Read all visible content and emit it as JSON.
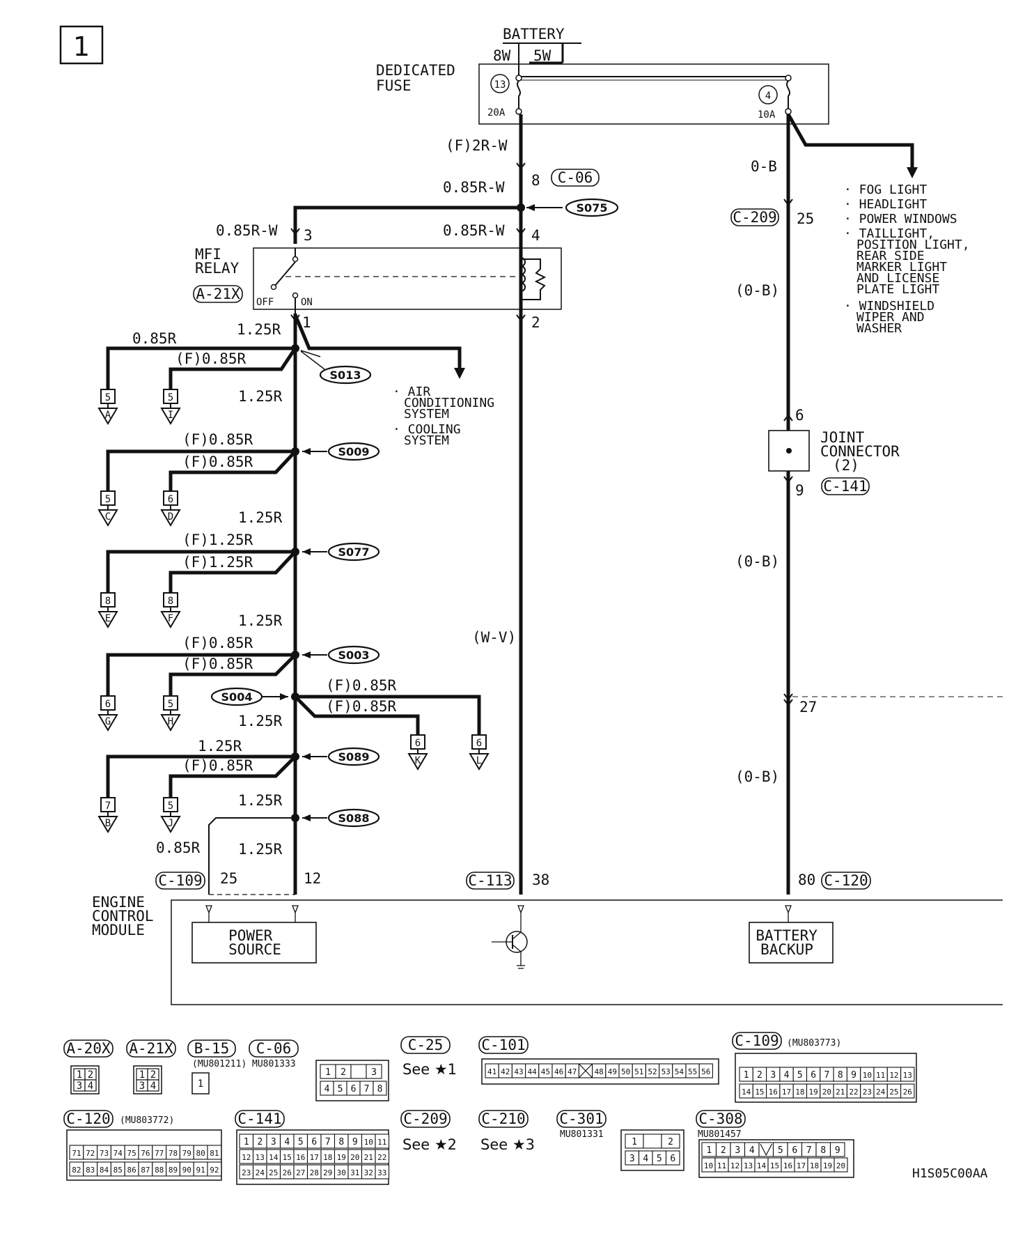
{
  "page_number": "1",
  "battery_label": "BATTERY",
  "battery_wires": [
    "8W",
    "5W"
  ],
  "dedicated_fuse_label": "DEDICATED\nFUSE",
  "fuse13": {
    "num": "13",
    "amps": "20A"
  },
  "fuse4": {
    "num": "4",
    "amps": "10A"
  },
  "wire_labels": {
    "f2rw": "(F)2R-W",
    "r085w_c06": "0.85R-W",
    "r085w_3": "0.85R-W",
    "r085w_4": "0.85R-W",
    "ob_top": "0-B",
    "ob1": "(0-B)",
    "ob2": "(0-B)",
    "ob3": "(0-B)",
    "wv": "(W-V)",
    "r125_1": "1.25R",
    "r085_top": "0.85R",
    "f085_s013": "(F)0.85R",
    "r125_2": "1.25R",
    "f085_s009a": "(F)0.85R",
    "f085_s009b": "(F)0.85R",
    "r125_3": "1.25R",
    "f125_s077a": "(F)1.25R",
    "f125_s077b": "(F)1.25R",
    "r125_4": "1.25R",
    "f085_s003a": "(F)0.85R",
    "f085_s003b": "(F)0.85R",
    "f085_s004a": "(F)0.85R",
    "f085_s004b": "(F)0.85R",
    "r125_5": "1.25R",
    "r125_s089": "1.25R",
    "f085_s089": "(F)0.85R",
    "r125_6": "1.25R",
    "r085_bottom": "0.85R",
    "r125_bottom": "1.25R"
  },
  "pins": {
    "p8": "8",
    "p3": "3",
    "p4": "4",
    "p1": "1",
    "p2": "2",
    "p25": "25",
    "p6": "6",
    "p9": "9",
    "p27": "27",
    "p25b": "25",
    "p12": "12",
    "p38": "38",
    "p80": "80"
  },
  "connectors": {
    "c06": "C-06",
    "c209": "C-209",
    "c141": "C-141",
    "a21x": "A-21X",
    "c109": "C-109",
    "c113": "C-113",
    "c120": "C-120"
  },
  "splices": [
    "S075",
    "S013",
    "S009",
    "S077",
    "S003",
    "S004",
    "S089",
    "S088"
  ],
  "mfi_relay": {
    "label": "MFI\nRELAY",
    "off": "OFF",
    "on": "ON"
  },
  "joint_connector": "JOINT\nCONNECTOR\n(2)",
  "fuse4_loads": [
    "FOG LIGHT",
    "HEADLIGHT",
    "POWER WINDOWS",
    "TAILLIGHT,\nPOSITION LIGHT,\nREAR SIDE\nMARKER LIGHT\nAND LICENSE\nPLATE LIGHT",
    "WINDSHIELD\nWIPER AND\nWASHER"
  ],
  "relay_loads": [
    "AIR\nCONDITIONING\nSYSTEM",
    "COOLING\nSYSTEM"
  ],
  "branch_terminals": [
    {
      "pin": "5",
      "letter": "A"
    },
    {
      "pin": "5",
      "letter": "I"
    },
    {
      "pin": "5",
      "letter": "C"
    },
    {
      "pin": "6",
      "letter": "D"
    },
    {
      "pin": "8",
      "letter": "E"
    },
    {
      "pin": "8",
      "letter": "F"
    },
    {
      "pin": "6",
      "letter": "G"
    },
    {
      "pin": "5",
      "letter": "H"
    },
    {
      "pin": "6",
      "letter": "K"
    },
    {
      "pin": "6",
      "letter": "L"
    },
    {
      "pin": "7",
      "letter": "B"
    },
    {
      "pin": "5",
      "letter": "J"
    }
  ],
  "ecm": {
    "label": "ENGINE\nCONTROL\nMODULE",
    "power_source": "POWER\nSOURCE",
    "battery_backup": "BATTERY\nBACKUP"
  },
  "legend": {
    "a20x": "A-20X",
    "a21x": "A-21X",
    "b15": "B-15",
    "c06": "C-06",
    "b15_part": "(MU801211)",
    "c06_part": "MU801333",
    "c25": "C-25",
    "c25_see": "See ★1",
    "c101": "C-101",
    "c109": "C-109",
    "c109_part": "(MU803773)",
    "c120": "C-120",
    "c120_part": "(MU803772)",
    "c141": "C-141",
    "c209": "C-209",
    "c209_see": "See ★2",
    "c210": "C-210",
    "c210_see": "See ★3",
    "c301": "C-301",
    "c301_part": "MU801331",
    "c308": "C-308",
    "c308_part": "MU801457"
  },
  "figure_code": "H1S05C00AA"
}
